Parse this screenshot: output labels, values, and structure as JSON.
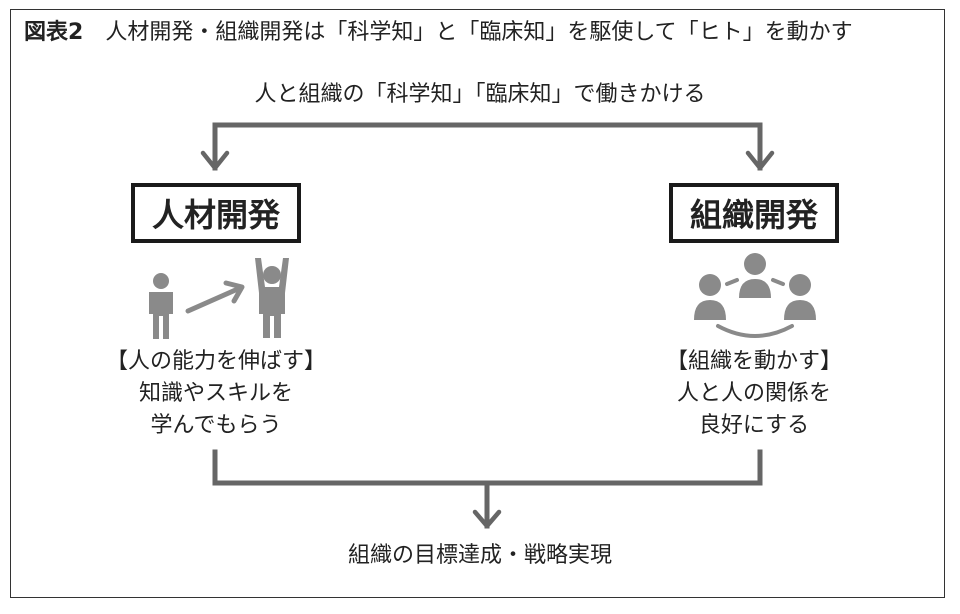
{
  "figure": {
    "label": "図表2",
    "title": "人材開発・組織開発は「科学知」と「臨床知」を駆使して「ヒト」を動かす"
  },
  "top_caption": "人と組織の「科学知」「臨床知」で働きかける",
  "left": {
    "heading": "人材開発",
    "lines": [
      "【人の能力を伸ばす】",
      "知識やスキルを",
      "学んでもらう"
    ]
  },
  "right": {
    "heading": "組織開発",
    "lines": [
      "【組織を動かす】",
      "人と人の関係を",
      "良好にする"
    ]
  },
  "bottom_caption": "組織の目標達成・戦略実現",
  "colors": {
    "connector": "#666666",
    "icon": "#8a8a8a",
    "box_border": "#1a1a1a",
    "frame": "#333333"
  }
}
